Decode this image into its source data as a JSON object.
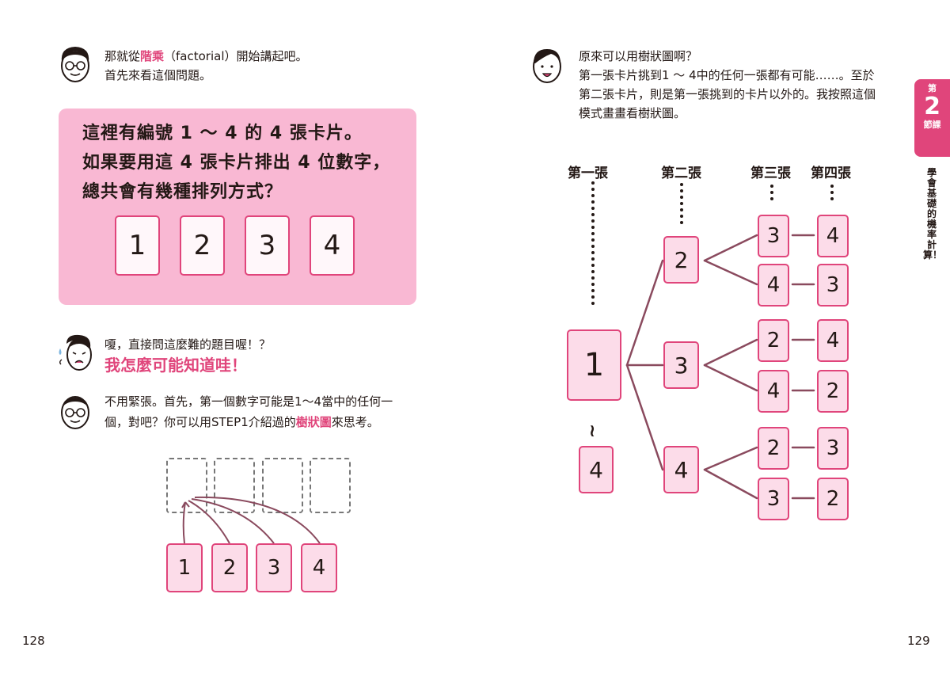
{
  "left_page": {
    "intro": {
      "pre": "那就從",
      "highlight": "階乘",
      "post": "（factorial）開始講起吧。",
      "line2": "首先來看這個問題。"
    },
    "question": {
      "line1": "這裡有編號 1 ～ 4 的 4 張卡片。",
      "line2": "如果要用這 4 張卡片排出 4 位數字，",
      "line3": "總共會有幾種排列方式？",
      "cards": [
        "1",
        "2",
        "3",
        "4"
      ]
    },
    "reaction": {
      "line1": "嗄，直接問這麼難的題目喔！？",
      "emphasis": "我怎麼可能知道哇！"
    },
    "explain": {
      "line1": "不用緊張。首先，第一個數字可能是1～4當中的任何一",
      "line2_pre": "個，對吧？你可以用STEP1介紹過的",
      "line2_highlight": "樹狀圖",
      "line2_post": "來思考。",
      "cards": [
        "1",
        "2",
        "3",
        "4"
      ]
    },
    "page_number": "128"
  },
  "right_page": {
    "dialogue": {
      "line1": "原來可以用樹狀圖啊？",
      "line2": "第一張卡片挑到1 ～ 4中的任何一張都有可能……。至於",
      "line3": "第二張卡片，則是第一張挑到的卡片以外的。我按照這個",
      "line4": "模式畫畫看樹狀圖。"
    },
    "tree": {
      "headers": [
        "第一張",
        "第二張",
        "第三張",
        "第四張"
      ],
      "first": "1",
      "range_mark": "≀",
      "first_end": "4",
      "second": [
        "2",
        "3",
        "4"
      ],
      "third": [
        "3",
        "4",
        "2",
        "4",
        "2",
        "3"
      ],
      "fourth": [
        "4",
        "3",
        "4",
        "2",
        "3",
        "2"
      ]
    },
    "page_number": "129",
    "side_tab": {
      "top": "第",
      "number": "2",
      "bottom": "節課",
      "chapter_title": "學會基礎的機率計算！"
    }
  },
  "colors": {
    "accent": "#e0457b",
    "card_fill": "#fcdce9",
    "question_bg": "#f9b8d3",
    "tree_line": "#8a4a5e"
  }
}
